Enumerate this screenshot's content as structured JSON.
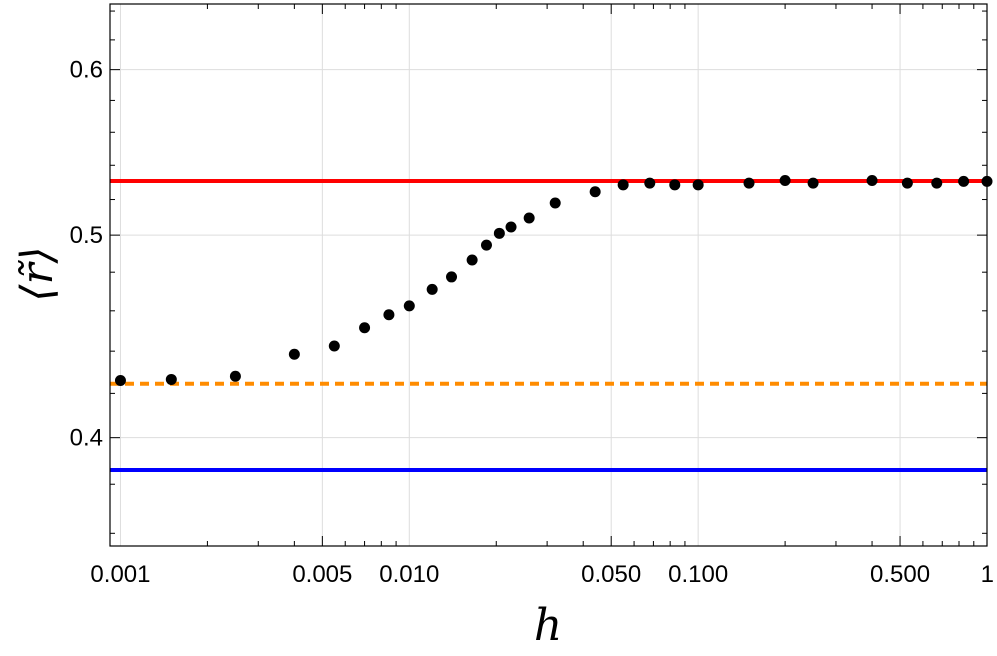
{
  "chart_data": {
    "type": "scatter",
    "title": "",
    "xlabel": "h",
    "ylabel": "⟨r̃⟩",
    "xscale": "log",
    "yscale": "log",
    "xlim": [
      0.00092,
      1.0
    ],
    "ylim": [
      0.355,
      0.645
    ],
    "grid": true,
    "x_ticks": [
      {
        "value": 0.001,
        "label": "0.001"
      },
      {
        "value": 0.005,
        "label": "0.005"
      },
      {
        "value": 0.01,
        "label": "0.010"
      },
      {
        "value": 0.05,
        "label": "0.050"
      },
      {
        "value": 0.1,
        "label": "0.100"
      },
      {
        "value": 0.5,
        "label": "0.500"
      },
      {
        "value": 1,
        "label": "1"
      }
    ],
    "y_ticks": [
      {
        "value": 0.4,
        "label": "0.4"
      },
      {
        "value": 0.5,
        "label": "0.5"
      },
      {
        "value": 0.6,
        "label": "0.6"
      }
    ],
    "series": [
      {
        "color": "#000000",
        "marker": "filled-circle",
        "points": [
          {
            "x": 0.001,
            "y": 0.426
          },
          {
            "x": 0.0015,
            "y": 0.4265
          },
          {
            "x": 0.0025,
            "y": 0.428
          },
          {
            "x": 0.004,
            "y": 0.4385
          },
          {
            "x": 0.0055,
            "y": 0.4425
          },
          {
            "x": 0.007,
            "y": 0.4515
          },
          {
            "x": 0.0085,
            "y": 0.458
          },
          {
            "x": 0.01,
            "y": 0.4625
          },
          {
            "x": 0.012,
            "y": 0.471
          },
          {
            "x": 0.014,
            "y": 0.4775
          },
          {
            "x": 0.0165,
            "y": 0.4865
          },
          {
            "x": 0.0185,
            "y": 0.4945
          },
          {
            "x": 0.0205,
            "y": 0.501
          },
          {
            "x": 0.0225,
            "y": 0.5045
          },
          {
            "x": 0.026,
            "y": 0.5095
          },
          {
            "x": 0.032,
            "y": 0.518
          },
          {
            "x": 0.044,
            "y": 0.5245
          },
          {
            "x": 0.055,
            "y": 0.5285
          },
          {
            "x": 0.068,
            "y": 0.5295
          },
          {
            "x": 0.083,
            "y": 0.5285
          },
          {
            "x": 0.1,
            "y": 0.5285
          },
          {
            "x": 0.15,
            "y": 0.5295
          },
          {
            "x": 0.2,
            "y": 0.531
          },
          {
            "x": 0.25,
            "y": 0.5295
          },
          {
            "x": 0.4,
            "y": 0.531
          },
          {
            "x": 0.53,
            "y": 0.5295
          },
          {
            "x": 0.67,
            "y": 0.5295
          },
          {
            "x": 0.83,
            "y": 0.5305
          },
          {
            "x": 1.0,
            "y": 0.5305
          }
        ]
      }
    ],
    "reference_lines": [
      {
        "y": 0.5307,
        "color": "#ff0000",
        "style": "solid"
      },
      {
        "y": 0.4245,
        "color": "#ff8c00",
        "style": "dashed"
      },
      {
        "y": 0.386,
        "color": "#0000ff",
        "style": "solid"
      }
    ]
  }
}
